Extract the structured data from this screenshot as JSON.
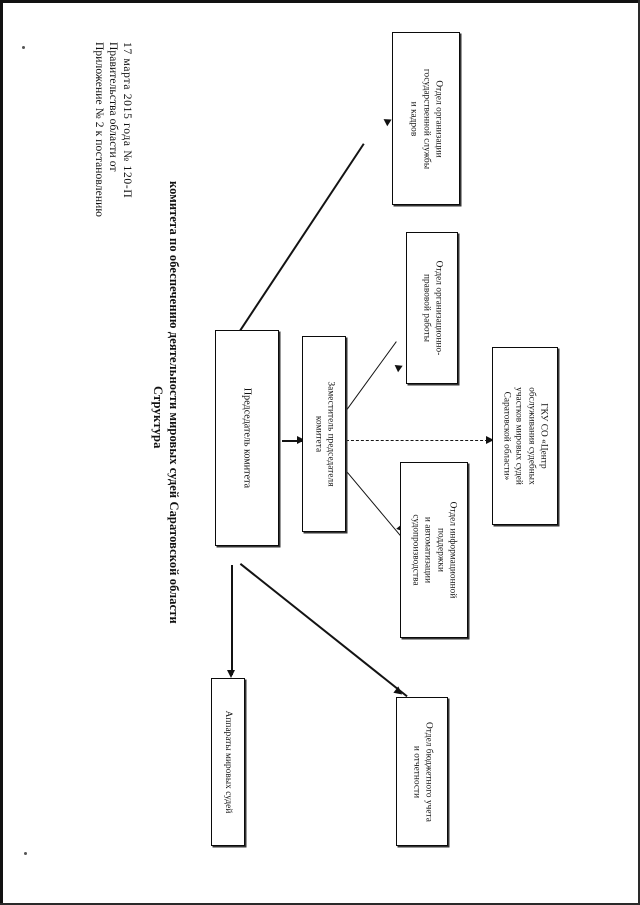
{
  "document": {
    "kind": "scanned-appendix-organizational-chart",
    "language": "ru",
    "header": {
      "line1": "Приложение № 2 к постановлению",
      "line2": "Правительства области от",
      "line3": "17 марта 2015 года № 120-П"
    },
    "title": {
      "line1": "Структура",
      "line2": "комитета по обеспечению деятельности мировых судей Саратовской области"
    }
  },
  "chart_data": {
    "type": "diagram",
    "title": "Структура комитета по обеспечению деятельности мировых судей Саратовской области",
    "orientation": "rotated-90-landscape-on-portrait",
    "nodes": [
      {
        "id": "chairman",
        "lines": [
          "Председатель комитета"
        ],
        "role": "root"
      },
      {
        "id": "deputy",
        "lines": [
          "Заместитель председателя",
          "комитета"
        ],
        "role": "deputy"
      },
      {
        "id": "dept-civil-service",
        "lines": [
          "Отдел организации",
          "государственной службы",
          "и кадров"
        ],
        "role": "department"
      },
      {
        "id": "dept-legal",
        "lines": [
          "Отдел организационно-",
          "правовой работы"
        ],
        "role": "department"
      },
      {
        "id": "dept-it",
        "lines": [
          "Отдел информационной",
          "поддержки",
          "и автоматизации",
          "судопроизводства"
        ],
        "role": "department"
      },
      {
        "id": "dept-budget",
        "lines": [
          "Отдел бюджетного учета",
          "и отчетности"
        ],
        "role": "department"
      },
      {
        "id": "staff-justices",
        "lines": [
          "Аппараты мировых судей"
        ],
        "role": "unit"
      },
      {
        "id": "gku-center",
        "lines": [
          "ГКУ СО «Центр",
          "обслуживания судебных",
          "участков мировых судей",
          "Саратовской области»"
        ],
        "role": "subordinate-institution"
      }
    ],
    "edges": [
      {
        "from": "chairman",
        "to": "dept-civil-service",
        "style": "solid-arrow"
      },
      {
        "from": "chairman",
        "to": "deputy",
        "style": "solid-arrow"
      },
      {
        "from": "chairman",
        "to": "staff-justices",
        "style": "solid-arrow"
      },
      {
        "from": "chairman",
        "to": "dept-budget",
        "style": "solid-arrow"
      },
      {
        "from": "deputy",
        "to": "dept-legal",
        "style": "solid-arrow"
      },
      {
        "from": "deputy",
        "to": "dept-it",
        "style": "solid-arrow"
      },
      {
        "from": "deputy",
        "to": "gku-center",
        "style": "dashed-arrow"
      }
    ],
    "colors": {
      "ink": "#111111",
      "paper": "#ffffff"
    }
  }
}
